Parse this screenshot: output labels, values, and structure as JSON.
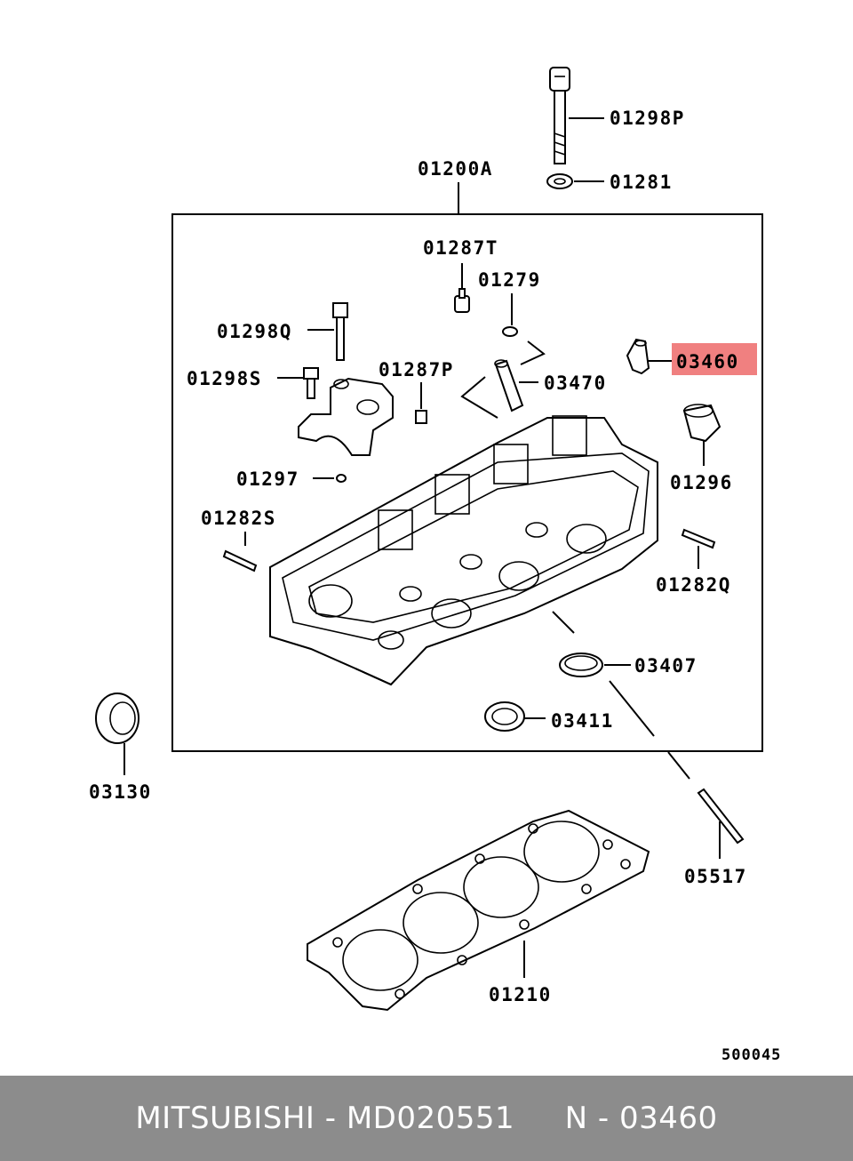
{
  "colors": {
    "footer_bg": "#8c8c8c",
    "footer_text": "#ffffff",
    "highlight": "#f08080",
    "ink": "#000000"
  },
  "labels": {
    "l01298P": "01298P",
    "l01281": "01281",
    "l01200A": "01200A",
    "l01287T": "01287T",
    "l01279": "01279",
    "l01298Q": "01298Q",
    "l03460": "03460",
    "l01298S": "01298S",
    "l01287P": "01287P",
    "l03470": "03470",
    "l01296": "01296",
    "l01297": "01297",
    "l01282S": "01282S",
    "l01282Q": "01282Q",
    "l03407": "03407",
    "l03411": "03411",
    "l03130": "03130",
    "l05517": "05517",
    "l01210": "01210"
  },
  "diagram_code": "500045",
  "footer": {
    "text": "MITSUBISHI - MD020551     N - 03460"
  }
}
